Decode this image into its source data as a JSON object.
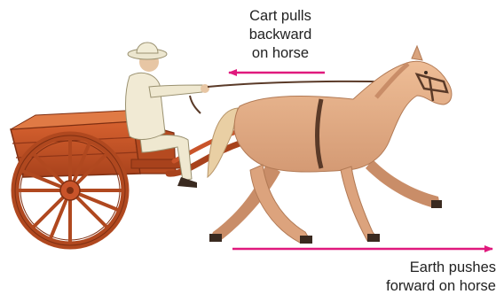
{
  "labels": {
    "cart_force": [
      "Cart pulls",
      "backward",
      "on horse"
    ],
    "earth_force": [
      "Earth pushes",
      "forward on horse"
    ]
  },
  "colors": {
    "arrow": "#e0197d",
    "horse": "#e3b08a",
    "horse_shade": "#c98d68",
    "cart": "#c9542a",
    "cart_dark": "#8f3517",
    "man": "#efe8d0",
    "hat": "#f1ecd6",
    "tack": "#5a3a28"
  },
  "icons": {
    "backward_arrow": "arrow-left-icon",
    "forward_arrow": "arrow-right-icon"
  }
}
